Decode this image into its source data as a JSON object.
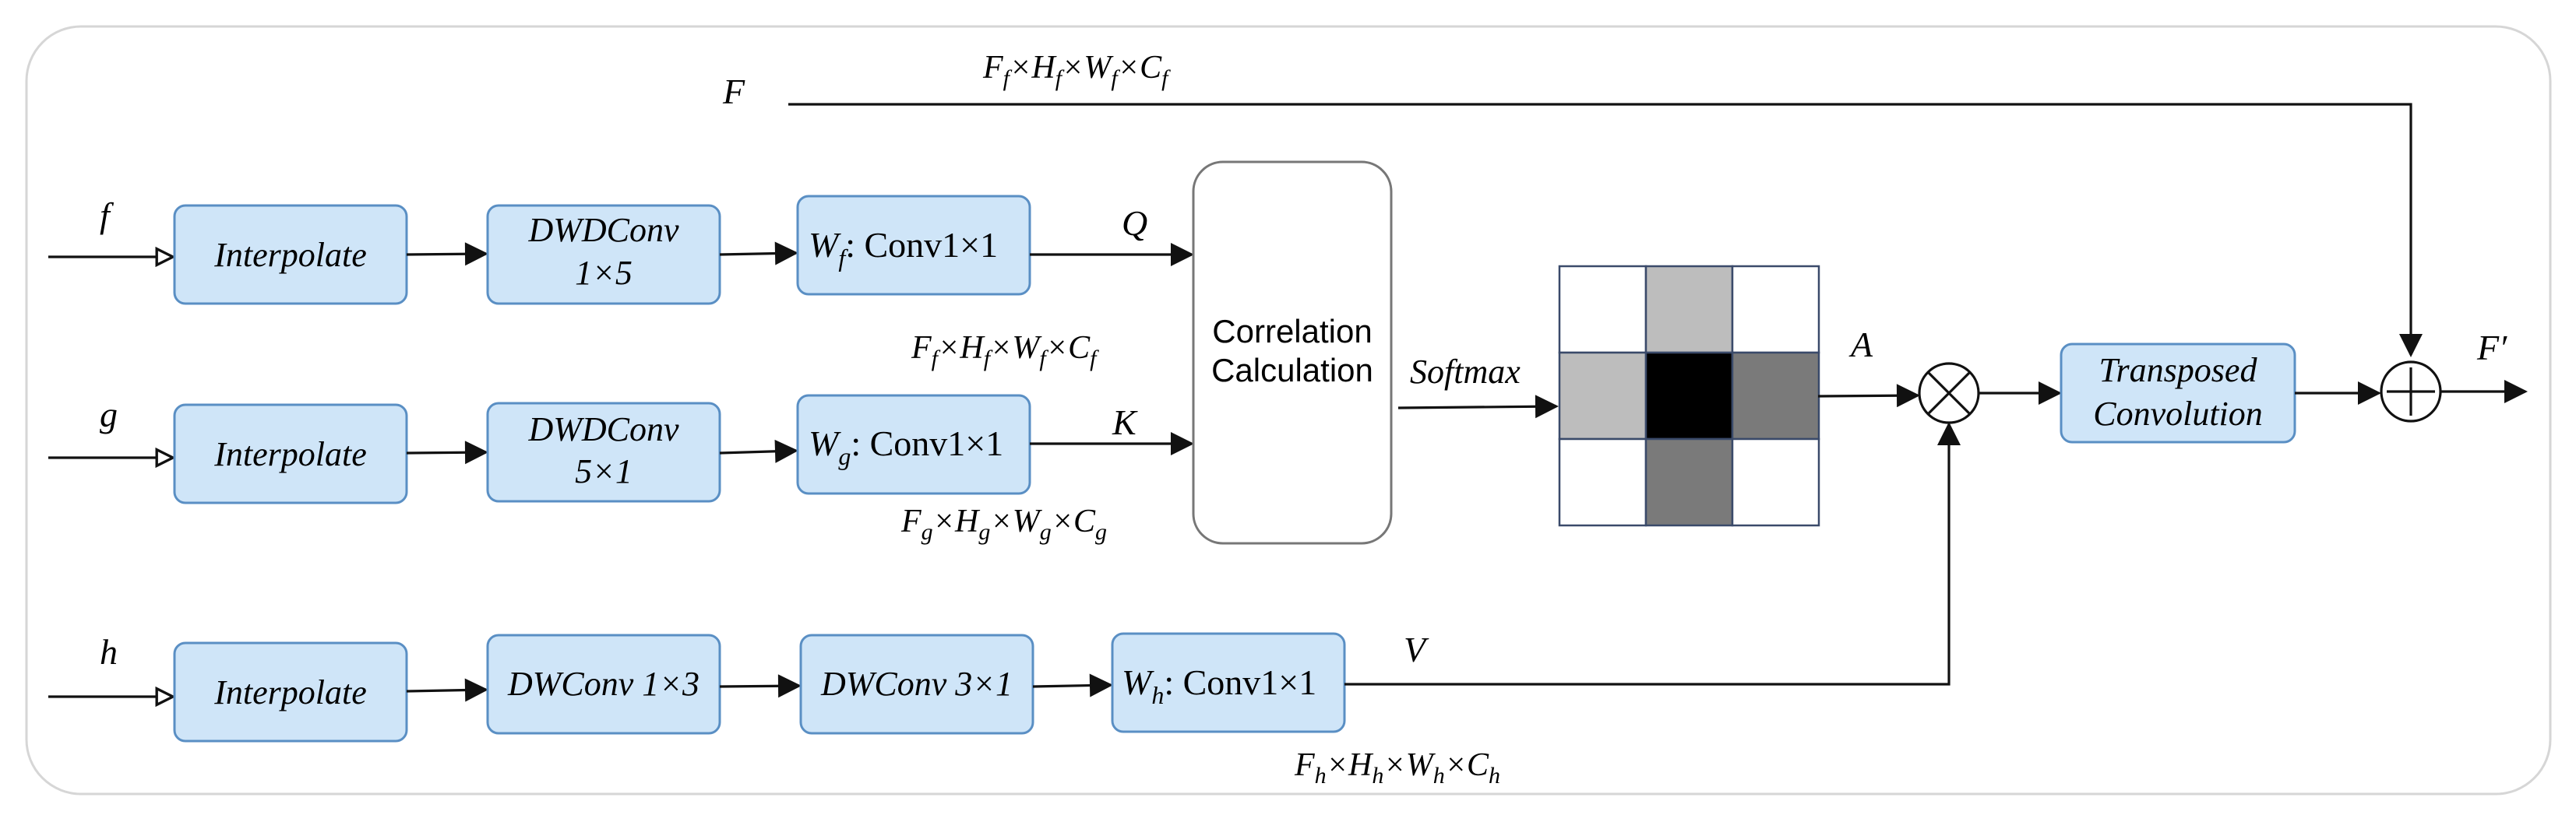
{
  "inputs": {
    "F": "F",
    "f": "f",
    "g": "g",
    "h": "h"
  },
  "boxes": {
    "interp_f": "Interpolate",
    "interp_g": "Interpolate",
    "interp_h": "Interpolate",
    "dwd_f_l1": "DWDConv",
    "dwd_f_l2": "1×5",
    "dwd_g_l1": "DWDConv",
    "dwd_g_l2": "5×1",
    "dwc_h_1": "DWConv 1×3",
    "dwc_h_2": "DWConv 3×1",
    "wf": {
      "w": "W",
      "sub": "f",
      "rest": ": Conv1×1"
    },
    "wg": {
      "w": "W",
      "sub": "g",
      "rest": ": Conv1×1"
    },
    "wh": {
      "w": "W",
      "sub": "h",
      "rest": ": Conv1×1"
    },
    "corr_l1": "Correlation",
    "corr_l2": "Calculation",
    "trans_l1": "Transposed",
    "trans_l2": "Convolution"
  },
  "labels": {
    "Q": "Q",
    "K": "K",
    "V": "V",
    "A": "A",
    "softmax": "Softmax",
    "output": "F′"
  },
  "dims": {
    "top": {
      "F": "F",
      "H": "H",
      "W": "W",
      "C": "C",
      "sub": "f",
      "x": "×"
    },
    "mid": {
      "F": "F",
      "H": "H",
      "W": "W",
      "C": "C",
      "sub": "f",
      "x": "×"
    },
    "g": {
      "F": "F",
      "H": "H",
      "W": "W",
      "C": "C",
      "sub": "g",
      "x": "×"
    },
    "h": {
      "F": "F",
      "H": "H",
      "W": "W",
      "C": "C",
      "sub": "h",
      "x": "×"
    }
  },
  "attention_grid": [
    [
      "#ffffff",
      "#bdbdbd",
      "#ffffff"
    ],
    [
      "#bdbdbd",
      "#000000",
      "#7a7a7a"
    ],
    [
      "#ffffff",
      "#7a7a7a",
      "#ffffff"
    ]
  ],
  "colors": {
    "box_fill": "#cfe5f8",
    "box_stroke": "#5a8fc4",
    "line": "#111111"
  }
}
